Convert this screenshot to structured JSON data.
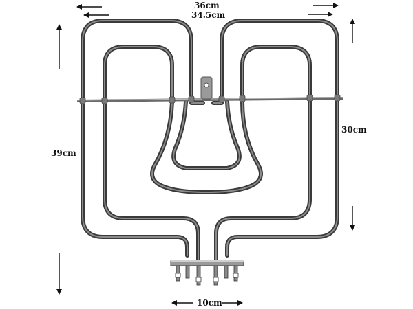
{
  "dimensions": {
    "top_outer": "36cm",
    "top_inner": "34.5cm",
    "right_height": "30cm",
    "left_height": "39cm",
    "bottom_terminals": "10cm"
  },
  "colors": {
    "element_outer": "#3a3a3a",
    "element_inner": "#707070",
    "bar": "#8a8a8a",
    "arrow": "#111111",
    "background": "#ffffff"
  }
}
